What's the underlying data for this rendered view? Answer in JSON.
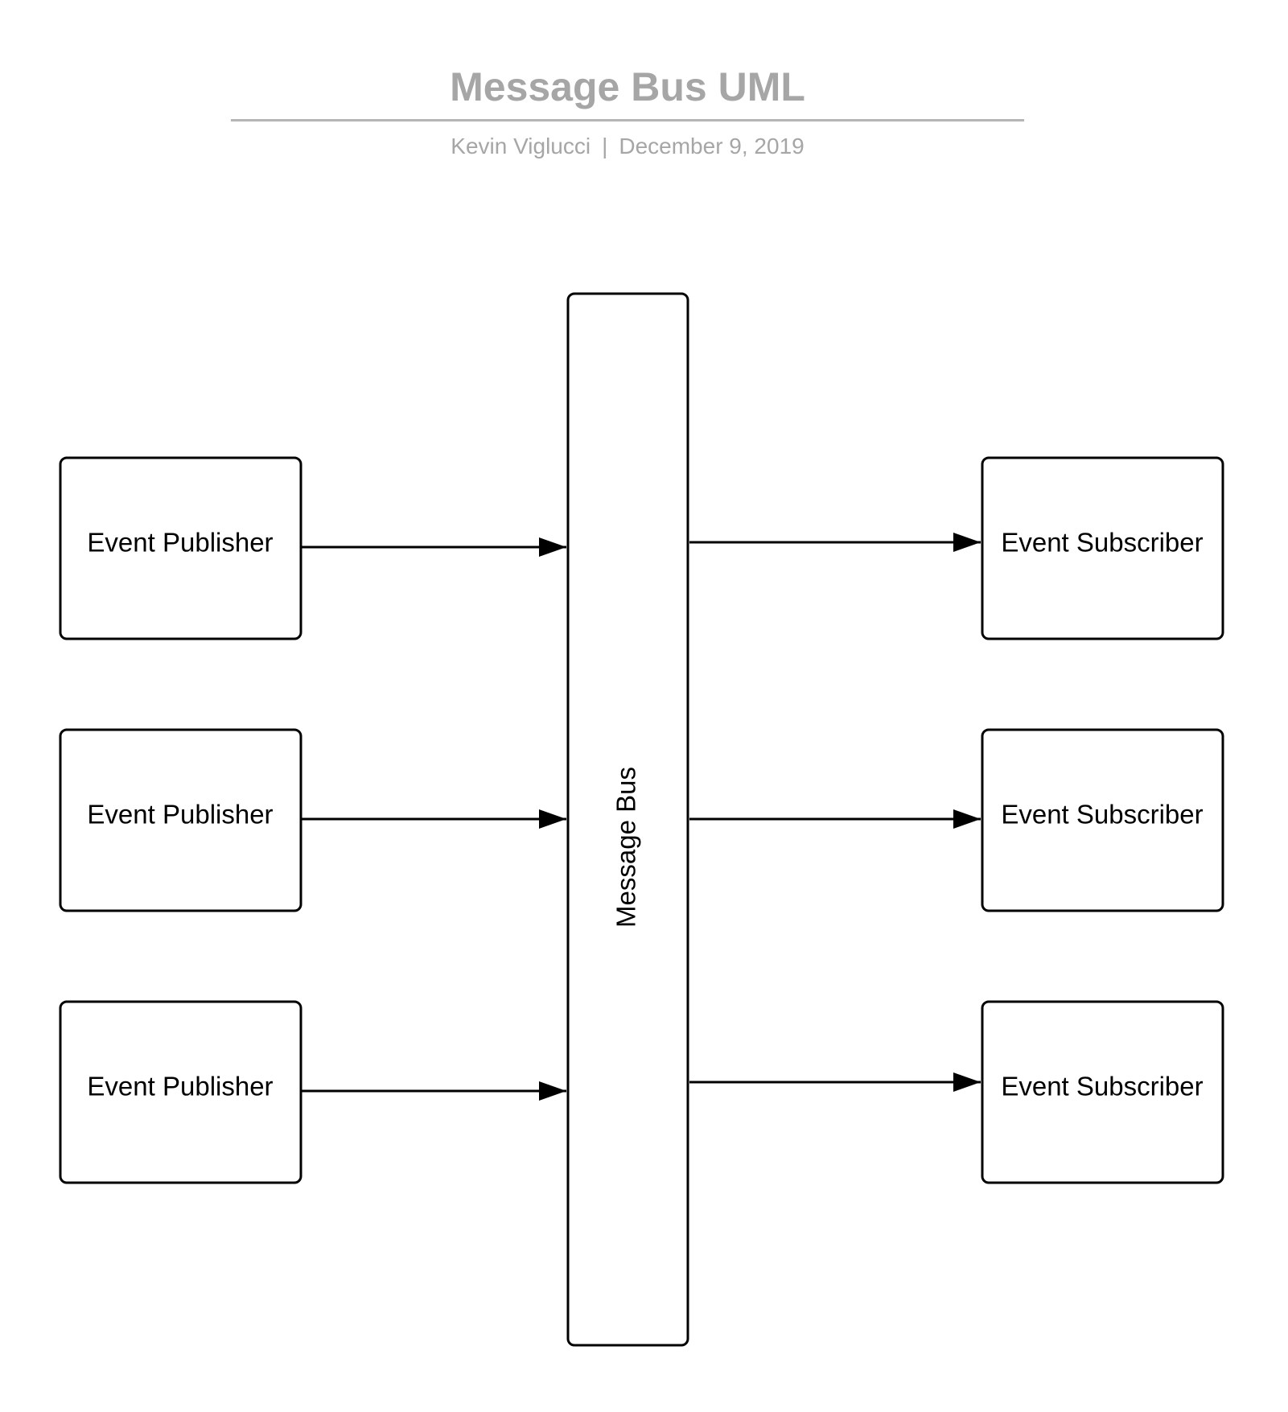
{
  "header": {
    "title": "Message Bus UML",
    "author": "Kevin Viglucci",
    "separator": "|",
    "date": "December 9, 2019"
  },
  "diagram": {
    "bus": {
      "label": "Message Bus"
    },
    "publishers": [
      {
        "label": "Event Publisher"
      },
      {
        "label": "Event Publisher"
      },
      {
        "label": "Event Publisher"
      }
    ],
    "subscribers": [
      {
        "label": "Event Subscriber"
      },
      {
        "label": "Event Subscriber"
      },
      {
        "label": "Event Subscriber"
      }
    ],
    "colors": {
      "stroke": "#000000",
      "fill": "#ffffff",
      "title": "#a6a6a6"
    }
  }
}
